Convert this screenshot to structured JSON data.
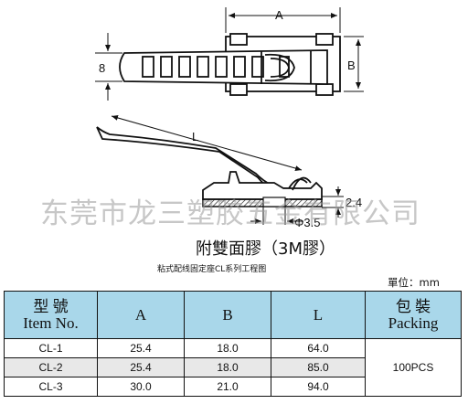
{
  "drawing": {
    "dims": {
      "a": "A",
      "b": "B",
      "eight": "8",
      "l": "L",
      "thickness": "2.4",
      "hole": "Φ3.5"
    }
  },
  "watermark": "东莞市龙三塑胶五金有限公司",
  "title": "附雙面膠（3M膠）",
  "subtitle": "粘式配线固定座CL系列工程图",
  "unit": "單位：mm",
  "table": {
    "headers": {
      "model_cn": "型 號",
      "model_en": "Item No.",
      "a": "A",
      "b": "B",
      "l": "L",
      "pack_cn": "包 裝",
      "pack_en": "Packing"
    },
    "rows": [
      {
        "item": "CL-1",
        "a": "25.4",
        "b": "18.0",
        "l": "64.0"
      },
      {
        "item": "CL-2",
        "a": "25.4",
        "b": "18.0",
        "l": "85.0"
      },
      {
        "item": "CL-3",
        "a": "30.0",
        "b": "21.0",
        "l": "94.0"
      }
    ],
    "packing": "100PCS"
  }
}
